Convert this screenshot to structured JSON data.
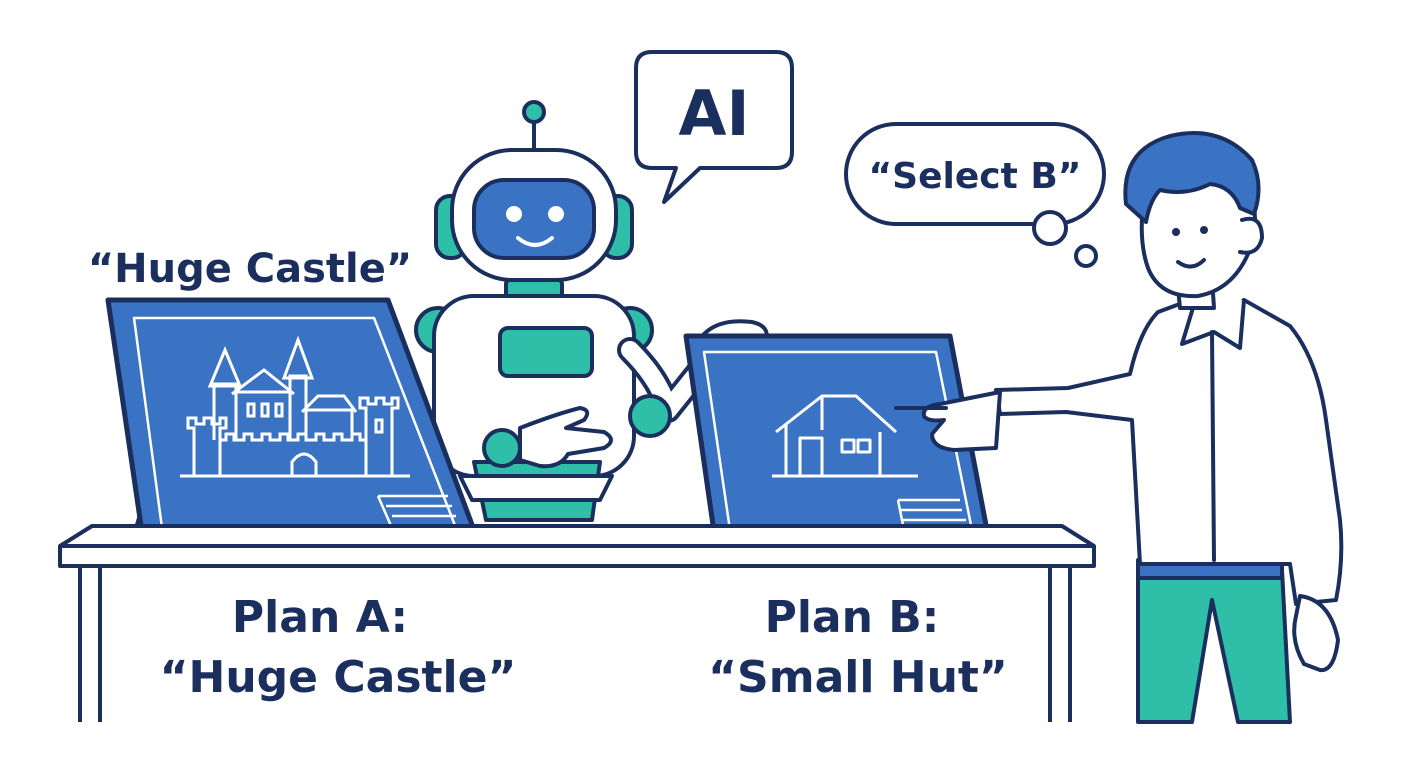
{
  "labels": {
    "robot_bubble": "AI",
    "person_thought": "“Select B”",
    "plan_a_caption": "“Huge Castle”",
    "plan_a_title": "Plan A:",
    "plan_a_name": "“Huge Castle”",
    "plan_b_title": "Plan B:",
    "plan_b_name": "“Small Hut”"
  },
  "colors": {
    "outline": "#1b2f5e",
    "blueprint": "#3a73c4",
    "teal": "#2fbfa8",
    "robot_face": "#3a73c4",
    "belt": "#3a73c4"
  }
}
